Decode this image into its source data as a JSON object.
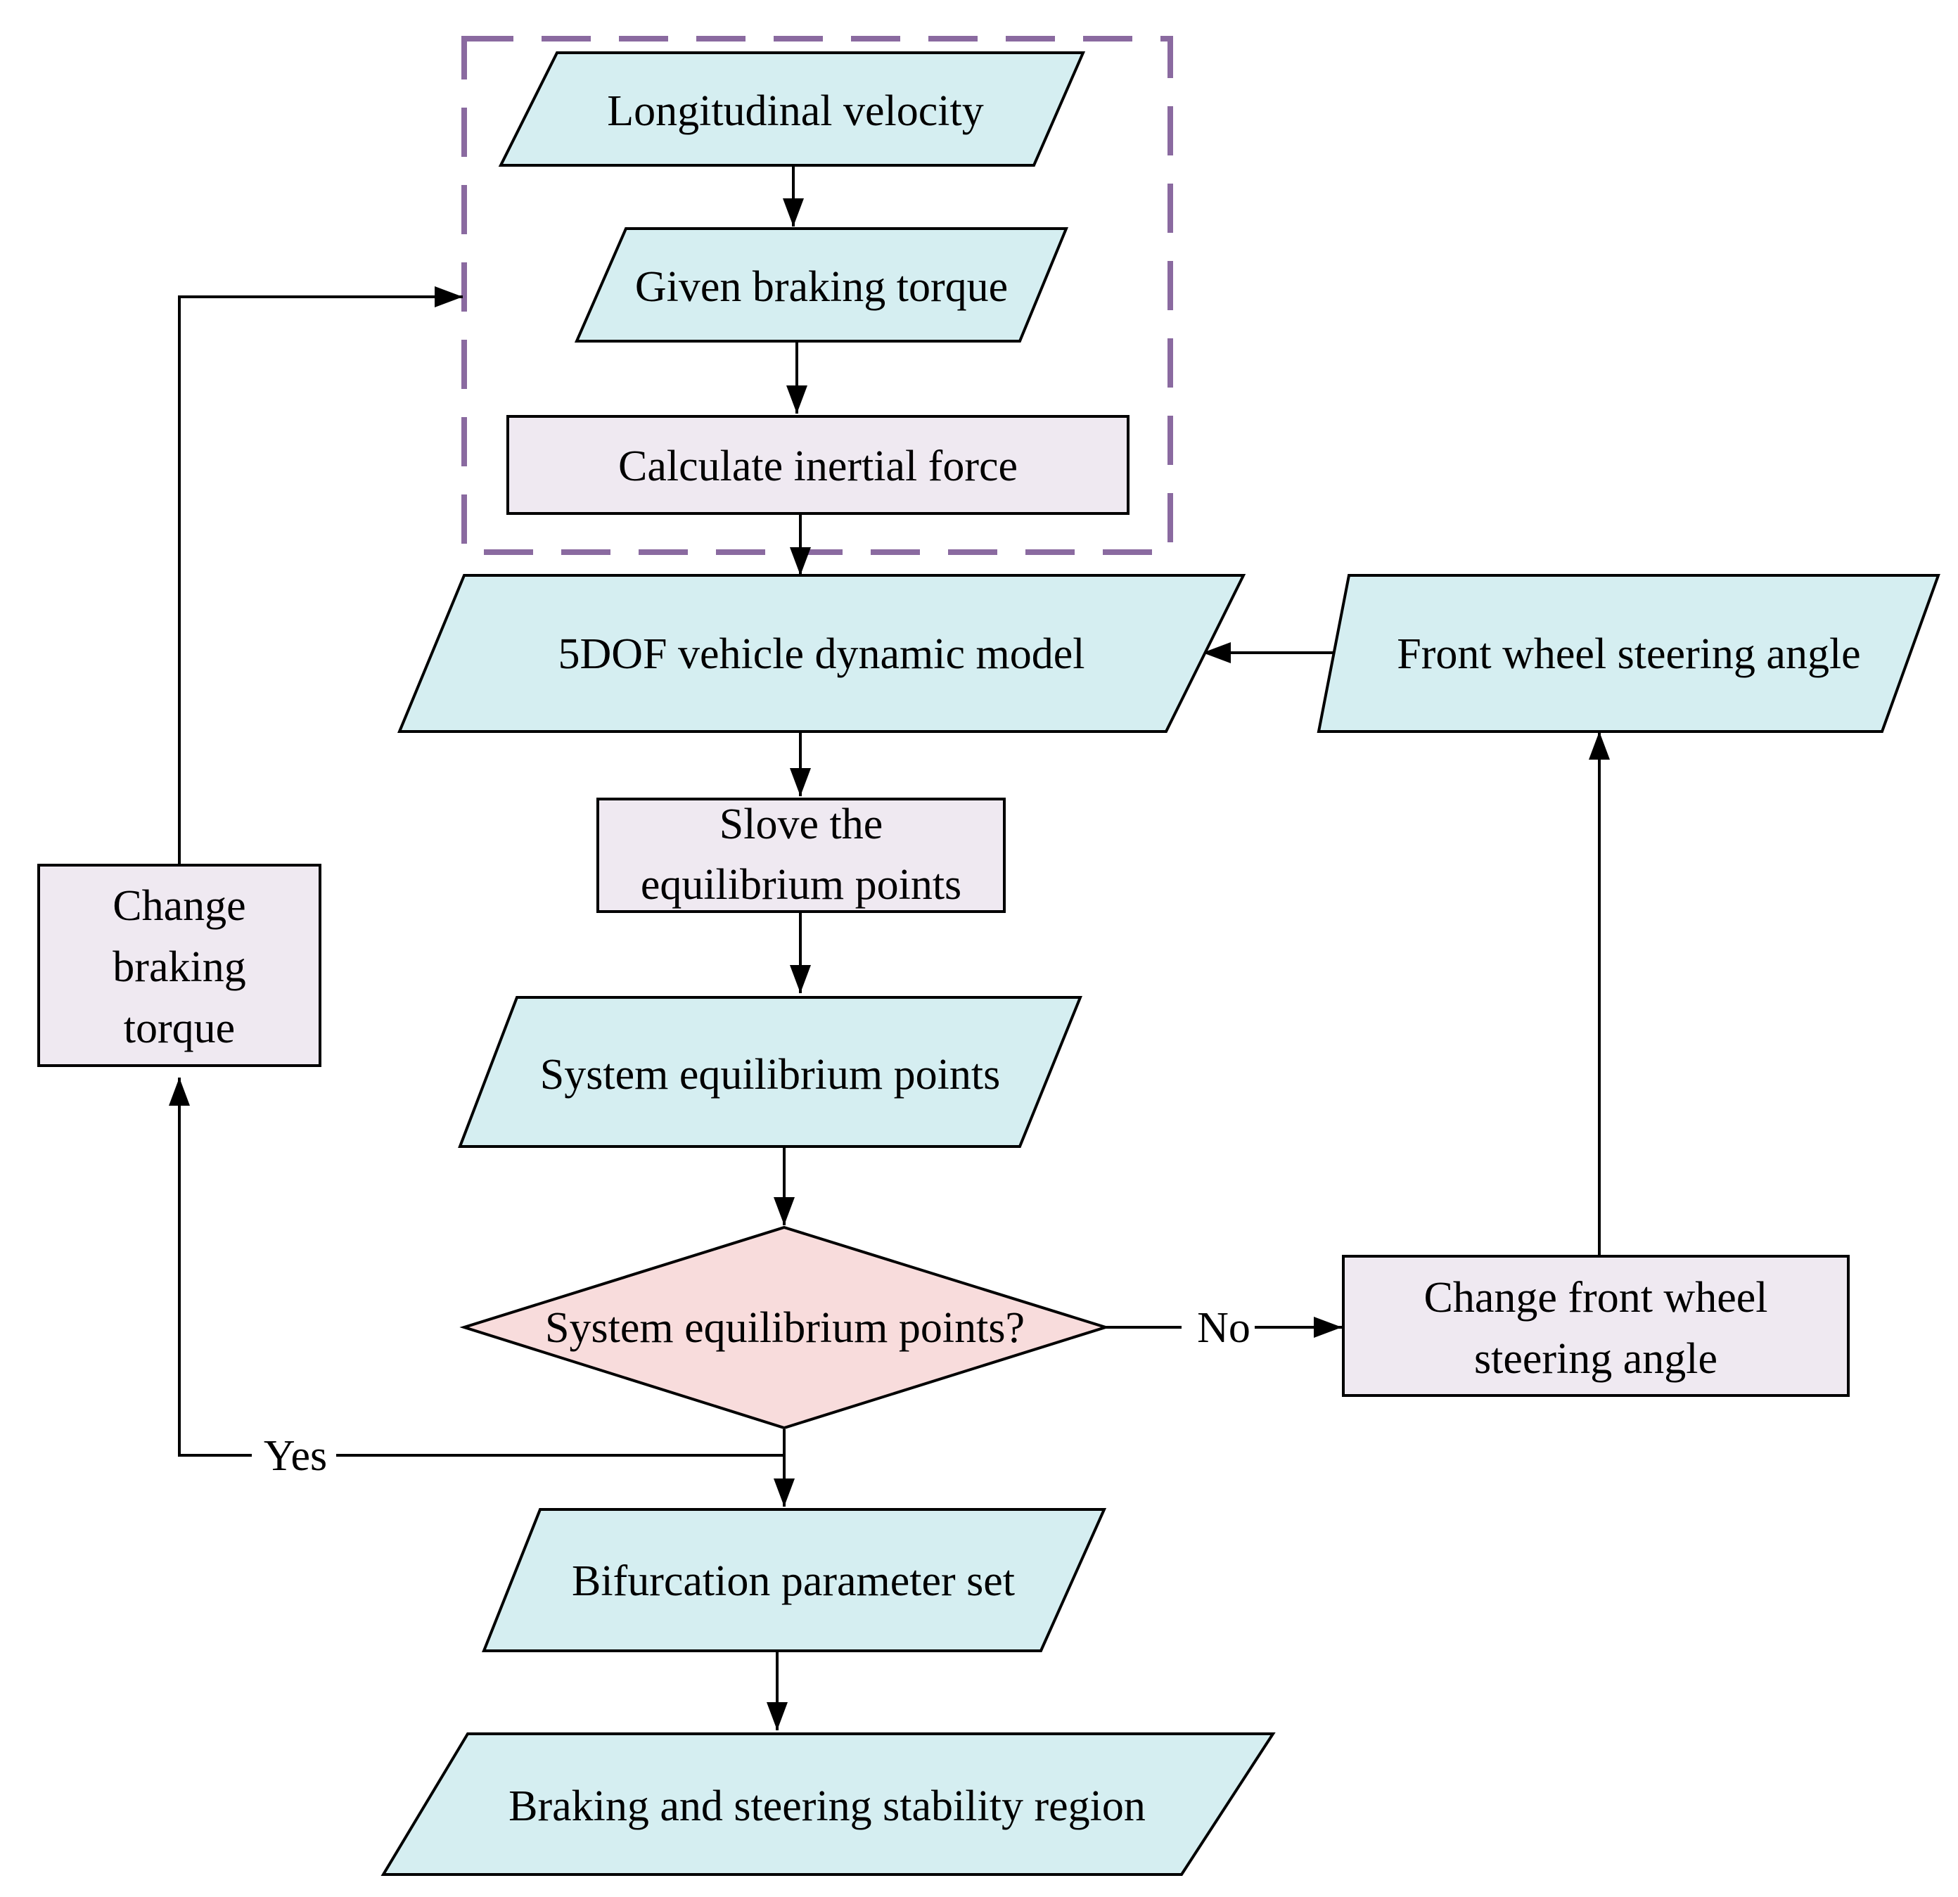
{
  "colors": {
    "io_fill": "#d5eef1",
    "process_fill": "#efe9f1",
    "decision_fill": "#f8dcdc",
    "dashed_border": "#8a6aa0",
    "line": "#000000"
  },
  "nodes": {
    "longitudinal_velocity": "Longitudinal velocity",
    "given_braking_torque": "Given braking torque",
    "calculate_inertial_force": "Calculate inertial force",
    "dof_model": "5DOF  vehicle dynamic model",
    "front_wheel_angle": "Front wheel steering angle",
    "solve_line1": "Slove the",
    "solve_line2": "equilibrium points",
    "system_eq_points": "System equilibrium points",
    "decision": "System equilibrium points?",
    "change_front_line1": "Change front wheel",
    "change_front_line2": "steering angle",
    "change_braking_line1": "Change",
    "change_braking_line2": "braking",
    "change_braking_line3": "torque",
    "bifurcation": "Bifurcation parameter set",
    "stability_region": "Braking and steering stability region"
  },
  "labels": {
    "no": "No",
    "yes": "Yes"
  }
}
